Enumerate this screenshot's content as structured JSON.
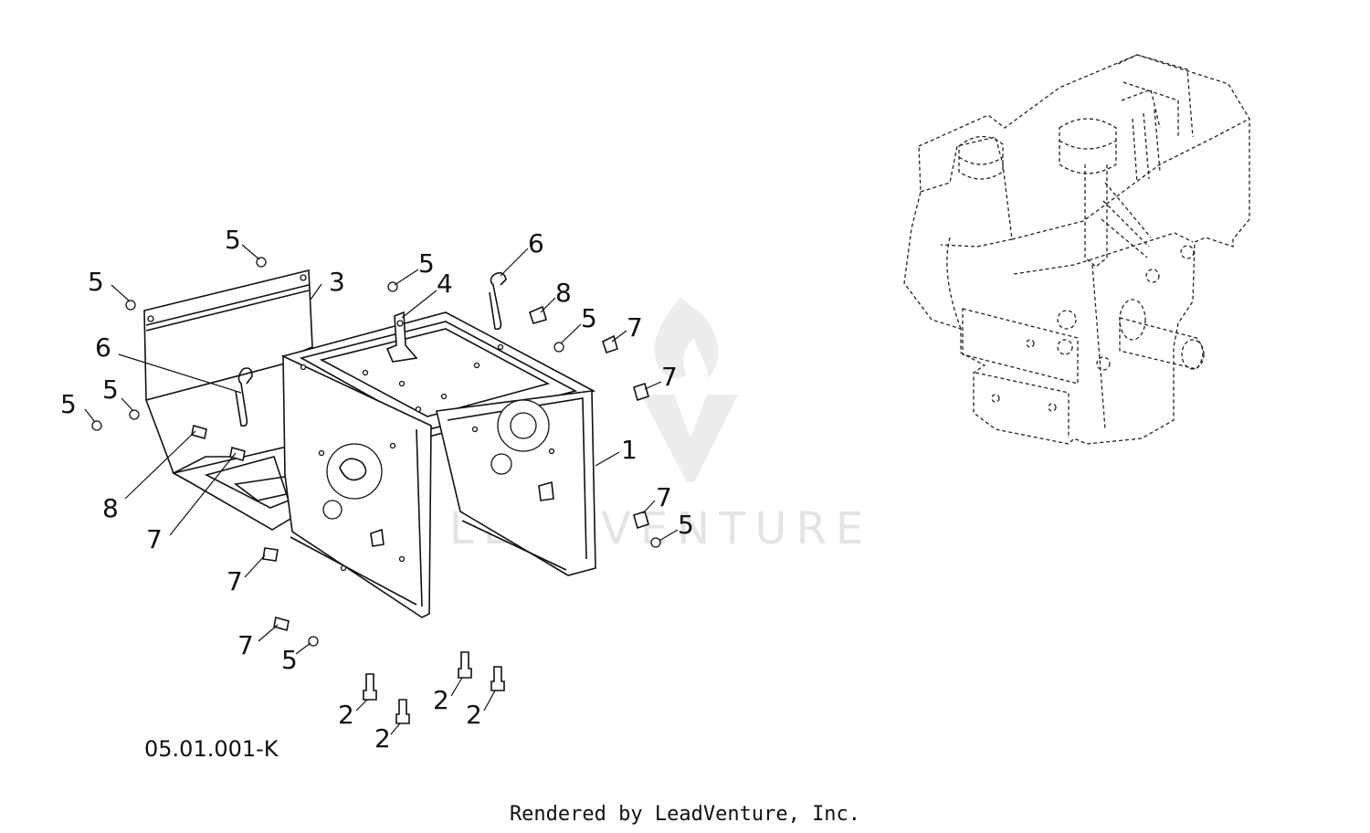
{
  "figure_id": "05.01.001-K",
  "credit": "Rendered by LeadVenture, Inc.",
  "watermark": {
    "text": "LEADVENTURE",
    "icon": "flame-v-logo"
  },
  "callouts": [
    {
      "label": "5"
    },
    {
      "label": "5"
    },
    {
      "label": "3"
    },
    {
      "label": "6"
    },
    {
      "label": "5"
    },
    {
      "label": "5"
    },
    {
      "label": "8"
    },
    {
      "label": "7"
    },
    {
      "label": "5"
    },
    {
      "label": "4"
    },
    {
      "label": "6"
    },
    {
      "label": "8"
    },
    {
      "label": "5"
    },
    {
      "label": "7"
    },
    {
      "label": "7"
    },
    {
      "label": "1"
    },
    {
      "label": "7"
    },
    {
      "label": "5"
    },
    {
      "label": "7"
    },
    {
      "label": "7"
    },
    {
      "label": "5"
    },
    {
      "label": "2"
    },
    {
      "label": "2"
    },
    {
      "label": "2"
    },
    {
      "label": "2"
    }
  ]
}
